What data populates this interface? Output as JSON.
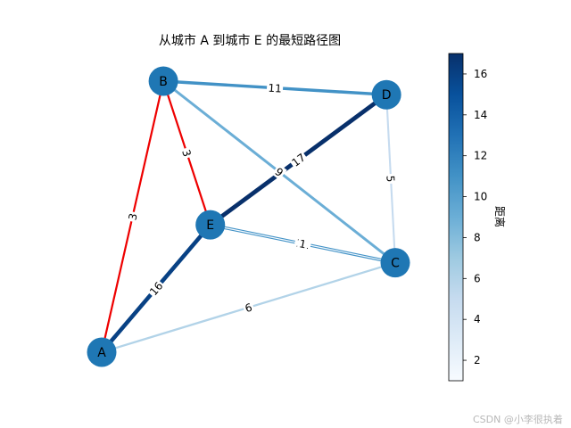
{
  "chart_data": {
    "type": "network-graph",
    "title": "从城市 A 到城市 E 的最短路径图",
    "nodes": [
      {
        "id": "A",
        "x": 0.0,
        "y": 0.0
      },
      {
        "id": "B",
        "x": 0.21,
        "y": 1.0
      },
      {
        "id": "C",
        "x": 1.0,
        "y": 0.33
      },
      {
        "id": "D",
        "x": 0.97,
        "y": 0.95
      },
      {
        "id": "E",
        "x": 0.37,
        "y": 0.47
      }
    ],
    "edges": [
      {
        "from": "A",
        "to": "B",
        "weight": 3,
        "on_shortest_path": true
      },
      {
        "from": "B",
        "to": "E",
        "weight": 3,
        "on_shortest_path": true
      },
      {
        "from": "B",
        "to": "D",
        "weight": 11,
        "on_shortest_path": false
      },
      {
        "from": "B",
        "to": "C",
        "weight": 9,
        "on_shortest_path": false
      },
      {
        "from": "E",
        "to": "D",
        "weight": 17,
        "on_shortest_path": false
      },
      {
        "from": "D",
        "to": "C",
        "weight": 5,
        "on_shortest_path": false
      },
      {
        "from": "E",
        "to": "C",
        "weight": 11,
        "on_shortest_path": false
      },
      {
        "from": "A",
        "to": "E",
        "weight": 16,
        "on_shortest_path": false
      },
      {
        "from": "A",
        "to": "C",
        "weight": 6,
        "on_shortest_path": false
      },
      {
        "from": "C",
        "to": "E",
        "weight": 1,
        "on_shortest_path": false
      }
    ],
    "colorbar": {
      "label": "距离",
      "range": [
        1,
        17
      ],
      "ticks": [
        2,
        4,
        6,
        8,
        10,
        12,
        14,
        16
      ],
      "colormap": "Blues"
    },
    "colors": {
      "path": "#ee0000",
      "node": "#1f77b4"
    }
  },
  "watermark": "CSDN @小李很执着"
}
